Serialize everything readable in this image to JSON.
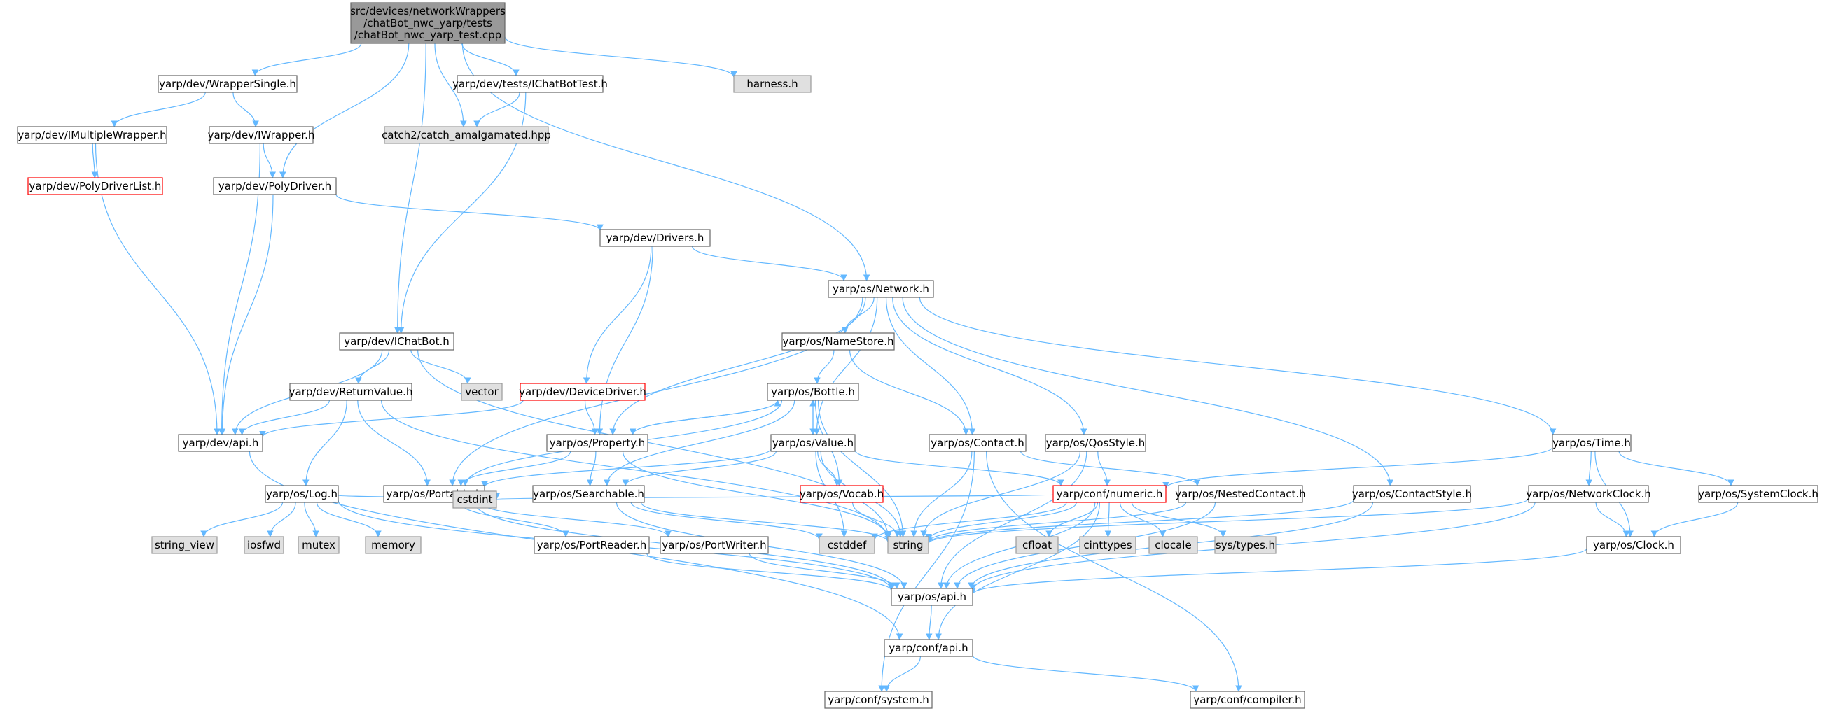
{
  "colors": {
    "edge": "#63b8ff",
    "node_fill": "#ffffff",
    "node_border": "#666666",
    "system_fill": "#e0e0e0",
    "system_border": "#999999",
    "root_fill": "#999999",
    "root_border": "#666666",
    "truncated_border": "#ff0000"
  },
  "nodes": [
    {
      "id": "root",
      "kind": "root",
      "lines": [
        "src/devices/networkWrappers",
        "/chatBot_nwc_yarp/tests",
        "/chatBot_nwc_yarp_test.cpp"
      ]
    },
    {
      "id": "wrapperSingle",
      "kind": "normal",
      "lines": [
        "yarp/dev/WrapperSingle.h"
      ]
    },
    {
      "id": "ichatbottest",
      "kind": "normal",
      "lines": [
        "yarp/dev/tests/IChatBotTest.h"
      ]
    },
    {
      "id": "harness",
      "kind": "system",
      "lines": [
        "harness.h"
      ]
    },
    {
      "id": "imultiple",
      "kind": "normal",
      "lines": [
        "yarp/dev/IMultipleWrapper.h"
      ]
    },
    {
      "id": "iwrapper",
      "kind": "normal",
      "lines": [
        "yarp/dev/IWrapper.h"
      ]
    },
    {
      "id": "catch2",
      "kind": "system",
      "lines": [
        "catch2/catch_amalgamated.hpp"
      ]
    },
    {
      "id": "polylist",
      "kind": "truncated",
      "lines": [
        "yarp/dev/PolyDriverList.h"
      ]
    },
    {
      "id": "polydriver",
      "kind": "normal",
      "lines": [
        "yarp/dev/PolyDriver.h"
      ]
    },
    {
      "id": "drivers",
      "kind": "normal",
      "lines": [
        "yarp/dev/Drivers.h"
      ]
    },
    {
      "id": "network",
      "kind": "normal",
      "lines": [
        "yarp/os/Network.h"
      ]
    },
    {
      "id": "ichatbot",
      "kind": "normal",
      "lines": [
        "yarp/dev/IChatBot.h"
      ]
    },
    {
      "id": "namestore",
      "kind": "normal",
      "lines": [
        "yarp/os/NameStore.h"
      ]
    },
    {
      "id": "vector",
      "kind": "system",
      "lines": [
        "vector"
      ]
    },
    {
      "id": "returnvalue",
      "kind": "normal",
      "lines": [
        "yarp/dev/ReturnValue.h"
      ]
    },
    {
      "id": "devicedriver",
      "kind": "truncated",
      "lines": [
        "yarp/dev/DeviceDriver.h"
      ]
    },
    {
      "id": "bottle",
      "kind": "normal",
      "lines": [
        "yarp/os/Bottle.h"
      ]
    },
    {
      "id": "devapi",
      "kind": "normal",
      "lines": [
        "yarp/dev/api.h"
      ]
    },
    {
      "id": "property",
      "kind": "normal",
      "lines": [
        "yarp/os/Property.h"
      ]
    },
    {
      "id": "value",
      "kind": "normal",
      "lines": [
        "yarp/os/Value.h"
      ]
    },
    {
      "id": "contact",
      "kind": "normal",
      "lines": [
        "yarp/os/Contact.h"
      ]
    },
    {
      "id": "qosstyle",
      "kind": "normal",
      "lines": [
        "yarp/os/QosStyle.h"
      ]
    },
    {
      "id": "time",
      "kind": "normal",
      "lines": [
        "yarp/os/Time.h"
      ]
    },
    {
      "id": "log",
      "kind": "normal",
      "lines": [
        "yarp/os/Log.h"
      ]
    },
    {
      "id": "portable",
      "kind": "normal",
      "lines": [
        "yarp/os/Portable.h"
      ]
    },
    {
      "id": "searchable",
      "kind": "normal",
      "lines": [
        "yarp/os/Searchable.h"
      ]
    },
    {
      "id": "vocab",
      "kind": "truncated",
      "lines": [
        "yarp/os/Vocab.h"
      ]
    },
    {
      "id": "numeric",
      "kind": "truncated",
      "lines": [
        "yarp/conf/numeric.h"
      ]
    },
    {
      "id": "nestedcontact",
      "kind": "normal",
      "lines": [
        "yarp/os/NestedContact.h"
      ]
    },
    {
      "id": "contactstyle",
      "kind": "normal",
      "lines": [
        "yarp/os/ContactStyle.h"
      ]
    },
    {
      "id": "networkclock",
      "kind": "normal",
      "lines": [
        "yarp/os/NetworkClock.h"
      ]
    },
    {
      "id": "systemclock",
      "kind": "normal",
      "lines": [
        "yarp/os/SystemClock.h"
      ]
    },
    {
      "id": "string_view",
      "kind": "system",
      "lines": [
        "string_view"
      ]
    },
    {
      "id": "iosfwd",
      "kind": "system",
      "lines": [
        "iosfwd"
      ]
    },
    {
      "id": "mutex",
      "kind": "system",
      "lines": [
        "mutex"
      ]
    },
    {
      "id": "memory",
      "kind": "system",
      "lines": [
        "memory"
      ]
    },
    {
      "id": "cstdint",
      "kind": "system",
      "lines": [
        "cstdint"
      ]
    },
    {
      "id": "portreader",
      "kind": "normal",
      "lines": [
        "yarp/os/PortReader.h"
      ]
    },
    {
      "id": "portwriter",
      "kind": "normal",
      "lines": [
        "yarp/os/PortWriter.h"
      ]
    },
    {
      "id": "cstddef",
      "kind": "system",
      "lines": [
        "cstddef"
      ]
    },
    {
      "id": "string",
      "kind": "system",
      "lines": [
        "string"
      ]
    },
    {
      "id": "cfloat",
      "kind": "system",
      "lines": [
        "cfloat"
      ]
    },
    {
      "id": "cinttypes",
      "kind": "system",
      "lines": [
        "cinttypes"
      ]
    },
    {
      "id": "clocale",
      "kind": "system",
      "lines": [
        "clocale"
      ]
    },
    {
      "id": "systypes",
      "kind": "system",
      "lines": [
        "sys/types.h"
      ]
    },
    {
      "id": "clock",
      "kind": "normal",
      "lines": [
        "yarp/os/Clock.h"
      ]
    },
    {
      "id": "osapi",
      "kind": "normal",
      "lines": [
        "yarp/os/api.h"
      ]
    },
    {
      "id": "confapi",
      "kind": "normal",
      "lines": [
        "yarp/conf/api.h"
      ]
    },
    {
      "id": "system",
      "kind": "normal",
      "lines": [
        "yarp/conf/system.h"
      ]
    },
    {
      "id": "compiler",
      "kind": "normal",
      "lines": [
        "yarp/conf/compiler.h"
      ]
    }
  ],
  "edges": [
    [
      "root",
      "wrapperSingle"
    ],
    [
      "root",
      "polydriver"
    ],
    [
      "root",
      "ichatbot"
    ],
    [
      "root",
      "catch2"
    ],
    [
      "root",
      "ichatbottest"
    ],
    [
      "root",
      "harness"
    ],
    [
      "root",
      "network"
    ],
    [
      "wrapperSingle",
      "imultiple"
    ],
    [
      "wrapperSingle",
      "iwrapper"
    ],
    [
      "ichatbottest",
      "catch2"
    ],
    [
      "ichatbottest",
      "ichatbot"
    ],
    [
      "imultiple",
      "polylist"
    ],
    [
      "imultiple",
      "devapi"
    ],
    [
      "iwrapper",
      "polydriver"
    ],
    [
      "iwrapper",
      "devapi"
    ],
    [
      "polydriver",
      "drivers"
    ],
    [
      "polydriver",
      "devapi"
    ],
    [
      "drivers",
      "network"
    ],
    [
      "drivers",
      "devicedriver"
    ],
    [
      "drivers",
      "property"
    ],
    [
      "network",
      "namestore"
    ],
    [
      "network",
      "contact"
    ],
    [
      "network",
      "value"
    ],
    [
      "network",
      "property"
    ],
    [
      "network",
      "portable"
    ],
    [
      "network",
      "qosstyle"
    ],
    [
      "network",
      "contactstyle"
    ],
    [
      "network",
      "time"
    ],
    [
      "ichatbot",
      "vector"
    ],
    [
      "ichatbot",
      "returnvalue"
    ],
    [
      "ichatbot",
      "devapi"
    ],
    [
      "ichatbot",
      "string"
    ],
    [
      "namestore",
      "bottle"
    ],
    [
      "namestore",
      "contact"
    ],
    [
      "returnvalue",
      "devapi"
    ],
    [
      "returnvalue",
      "log"
    ],
    [
      "returnvalue",
      "portable"
    ],
    [
      "returnvalue",
      "string"
    ],
    [
      "devicedriver",
      "devapi"
    ],
    [
      "devicedriver",
      "property"
    ],
    [
      "bottle",
      "property"
    ],
    [
      "bottle",
      "value"
    ],
    [
      "bottle",
      "portable"
    ],
    [
      "bottle",
      "searchable"
    ],
    [
      "bottle",
      "vocab"
    ],
    [
      "bottle",
      "string"
    ],
    [
      "property",
      "portable"
    ],
    [
      "property",
      "searchable"
    ],
    [
      "property",
      "bottle"
    ],
    [
      "property",
      "string"
    ],
    [
      "value",
      "bottle"
    ],
    [
      "value",
      "portable"
    ],
    [
      "value",
      "searchable"
    ],
    [
      "value",
      "vocab"
    ],
    [
      "value",
      "numeric"
    ],
    [
      "value",
      "cstddef"
    ],
    [
      "value",
      "string"
    ],
    [
      "devapi",
      "confapi"
    ],
    [
      "contact",
      "nestedcontact"
    ],
    [
      "contact",
      "string"
    ],
    [
      "contact",
      "system"
    ],
    [
      "contact",
      "compiler"
    ],
    [
      "qosstyle",
      "numeric"
    ],
    [
      "qosstyle",
      "osapi"
    ],
    [
      "qosstyle",
      "string"
    ],
    [
      "time",
      "numeric"
    ],
    [
      "time",
      "networkclock"
    ],
    [
      "time",
      "systemclock"
    ],
    [
      "time",
      "clock"
    ],
    [
      "log",
      "string_view"
    ],
    [
      "log",
      "iosfwd"
    ],
    [
      "log",
      "mutex"
    ],
    [
      "log",
      "memory"
    ],
    [
      "log",
      "cstdint"
    ],
    [
      "log",
      "osapi"
    ],
    [
      "portable",
      "portreader"
    ],
    [
      "portable",
      "portwriter"
    ],
    [
      "portable",
      "osapi"
    ],
    [
      "searchable",
      "string"
    ],
    [
      "searchable",
      "cstddef"
    ],
    [
      "searchable",
      "osapi"
    ],
    [
      "vocab",
      "string"
    ],
    [
      "numeric",
      "cfloat"
    ],
    [
      "numeric",
      "cinttypes"
    ],
    [
      "numeric",
      "clocale"
    ],
    [
      "numeric",
      "systypes"
    ],
    [
      "numeric",
      "cstddef"
    ],
    [
      "numeric",
      "cstdint"
    ],
    [
      "numeric",
      "string"
    ],
    [
      "numeric",
      "confapi"
    ],
    [
      "numeric",
      "osapi"
    ],
    [
      "nestedcontact",
      "string"
    ],
    [
      "nestedcontact",
      "osapi"
    ],
    [
      "contactstyle",
      "string"
    ],
    [
      "contactstyle",
      "osapi"
    ],
    [
      "networkclock",
      "clock"
    ],
    [
      "networkclock",
      "string"
    ],
    [
      "networkclock",
      "osapi"
    ],
    [
      "systemclock",
      "clock"
    ],
    [
      "clock",
      "osapi"
    ],
    [
      "portreader",
      "osapi"
    ],
    [
      "portwriter",
      "osapi"
    ],
    [
      "osapi",
      "confapi"
    ],
    [
      "confapi",
      "system"
    ],
    [
      "confapi",
      "compiler"
    ]
  ]
}
